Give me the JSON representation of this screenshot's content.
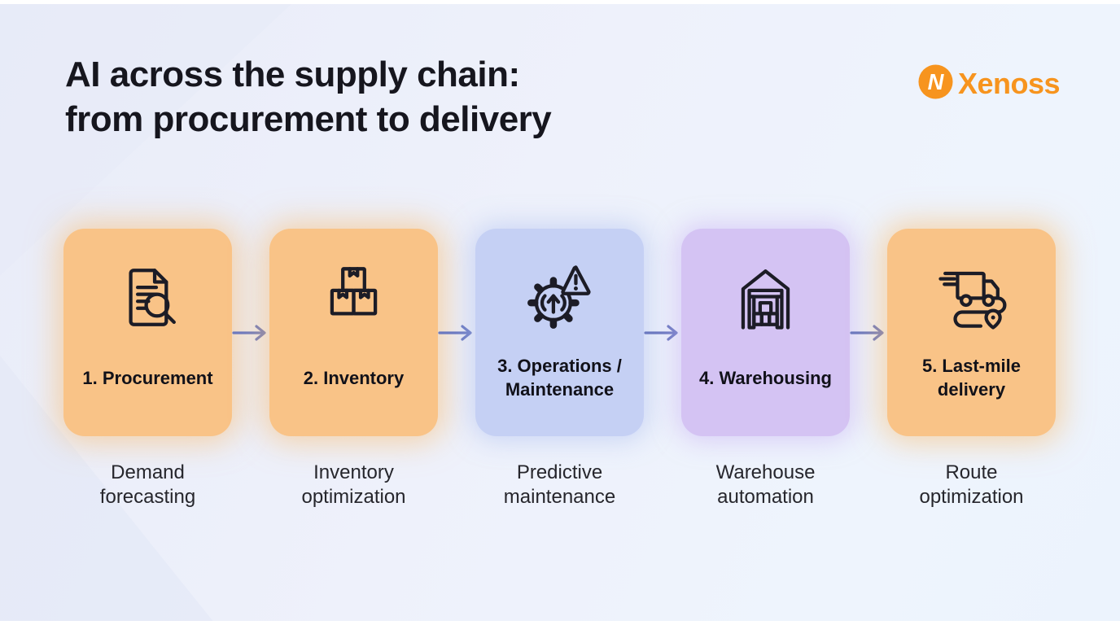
{
  "page": {
    "title_line1": "AI across the supply chain:",
    "title_line2": "from procurement to delivery"
  },
  "brand": {
    "name": "Xenoss",
    "color": "#F7941E",
    "icon": "xenoss-mark-icon"
  },
  "flow": {
    "arrow_color": "#6B79C0",
    "arrow_icon": "right-arrow-icon"
  },
  "steps": [
    {
      "label_line1": "1. Procurement",
      "label_line2": "",
      "caption_line1": "Demand",
      "caption_line2": "forecasting",
      "icon": "document-search-icon",
      "card_color": "#F9C387"
    },
    {
      "label_line1": "2. Inventory",
      "label_line2": "",
      "caption_line1": "Inventory",
      "caption_line2": "optimization",
      "icon": "boxes-icon",
      "card_color": "#F9C387"
    },
    {
      "label_line1": "3. Operations /",
      "label_line2": "Maintenance",
      "caption_line1": "Predictive",
      "caption_line2": "maintenance",
      "icon": "gear-alert-icon",
      "card_color": "#C5D0F4"
    },
    {
      "label_line1": "4. Warehousing",
      "label_line2": "",
      "caption_line1": "Warehouse",
      "caption_line2": "automation",
      "icon": "warehouse-icon",
      "card_color": "#D4C3F3"
    },
    {
      "label_line1": "5. Last-mile",
      "label_line2": "delivery",
      "caption_line1": "Route",
      "caption_line2": "optimization",
      "icon": "truck-route-icon",
      "card_color": "#F9C387"
    }
  ]
}
